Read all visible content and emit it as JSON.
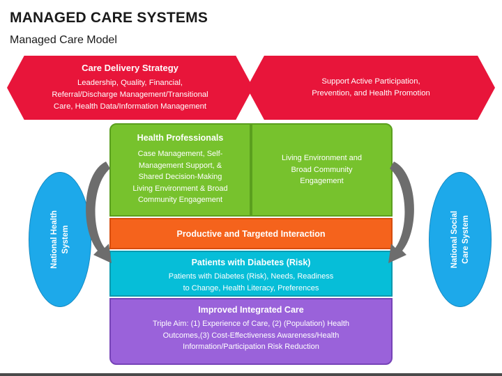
{
  "header": {
    "title": "MANAGED CARE SYSTEMS",
    "subtitle": "Managed Care Model"
  },
  "hexagons": {
    "left": {
      "title": "Care Delivery Strategy",
      "lines": [
        "Leadership, Quality, Financial,",
        "Referral/Discharge Management/Transitional",
        "Care, Health Data/Information Management"
      ]
    },
    "right": {
      "lines": [
        "Support Active Participation,",
        "Prevention, and Health Promotion"
      ]
    }
  },
  "boxes": {
    "health_professionals": {
      "title": "Health Professionals",
      "lines": [
        "Case Management, Self-",
        "Management Support, &",
        "Shared Decision-Making",
        "Living Environment & Broad",
        "Community Engagement"
      ]
    },
    "living_environment": {
      "lines": [
        "Living Environment and",
        "Broad Community",
        "Engagement"
      ]
    },
    "interaction": {
      "title": "Productive and Targeted Interaction"
    },
    "patients": {
      "title": "Patients with Diabetes (Risk)",
      "lines": [
        "Patients with Diabetes (Risk), Needs, Readiness",
        "to Change, Health Literacy, Preferences"
      ]
    },
    "improved_care": {
      "title": "Improved Integrated Care",
      "lines": [
        "Triple Aim: (1) Experience of Care, (2) (Population) Health",
        "Outcomes,(3) Cost-Effectiveness Awareness/Health",
        "Information/Participation Risk Reduction"
      ]
    }
  },
  "side_labels": {
    "left": [
      "National Health",
      "System"
    ],
    "right": [
      "National Social",
      "Care System"
    ]
  },
  "colors": {
    "hexagon": "#e8153a",
    "green": "#77c22d",
    "orange": "#f5631c",
    "cyan": "#06bed8",
    "purple": "#9a62da",
    "ellipse": "#1da9ea",
    "arrow": "#6d6d6d"
  }
}
